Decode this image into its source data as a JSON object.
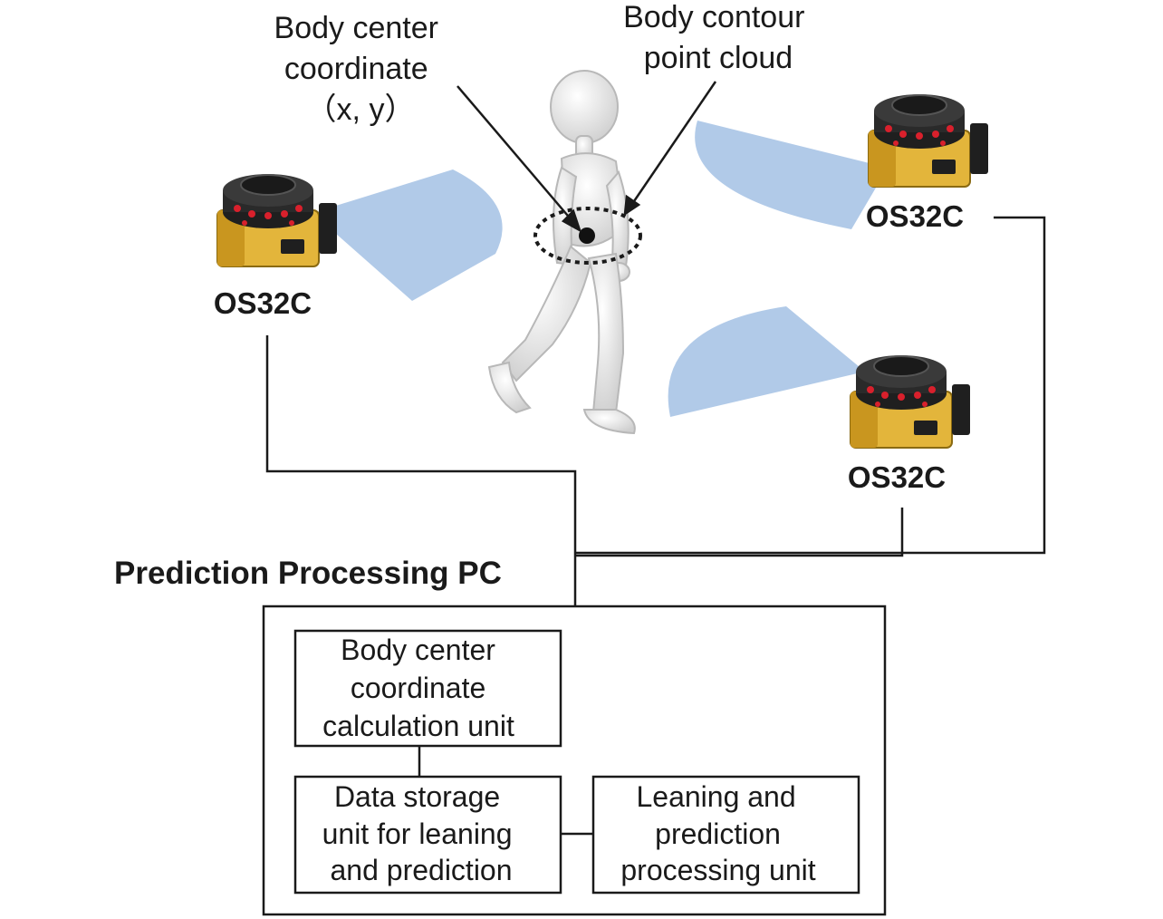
{
  "annotations": {
    "body_center": [
      "Body center",
      "coordinate",
      "（x, y）"
    ],
    "body_contour": [
      "Body contour",
      "point cloud"
    ]
  },
  "sensors": [
    {
      "label": "OS32C"
    },
    {
      "label": "OS32C"
    },
    {
      "label": "OS32C"
    }
  ],
  "pc": {
    "title": "Prediction Processing PC",
    "units": [
      {
        "lines": [
          "Body center",
          "coordinate",
          "calculation unit"
        ]
      },
      {
        "lines": [
          "Data storage",
          "unit for leaning",
          "and prediction"
        ]
      },
      {
        "lines": [
          "Leaning and",
          "prediction",
          "processing unit"
        ]
      }
    ]
  },
  "colors": {
    "scan_area": "#a9c4e6",
    "sensor_body": "#e3b53b",
    "sensor_dark": "#1f1f1f",
    "sensor_led": "#d9202c",
    "line": "#1a1a1a"
  }
}
